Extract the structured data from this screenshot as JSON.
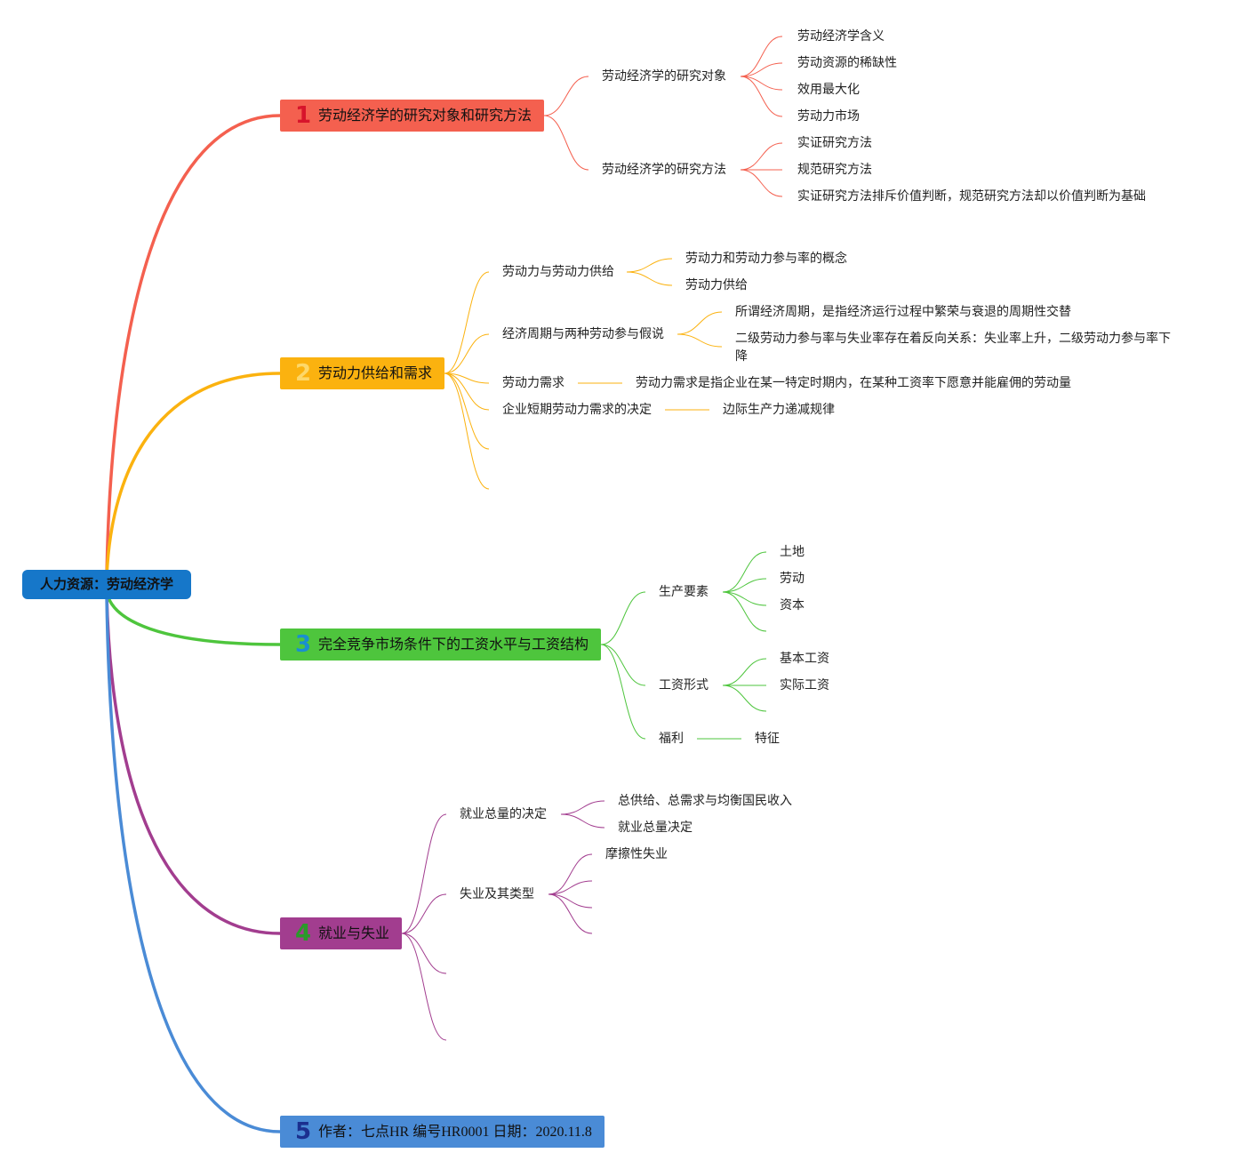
{
  "root": {
    "label": "人力资源：劳动经济学",
    "color": "#1677c9"
  },
  "branches": [
    {
      "number": "1",
      "label": "劳动经济学的研究对象和研究方法",
      "color": "#f4604f",
      "number_color": "#d7142b",
      "children": [
        {
          "label": "劳动经济学的研究对象",
          "children": [
            "劳动经济学含义",
            "劳动资源的稀缺性",
            "效用最大化",
            "劳动力市场"
          ]
        },
        {
          "label": "劳动经济学的研究方法",
          "children": [
            "实证研究方法",
            "规范研究方法",
            "实证研究方法排斥价值判断，规范研究方法却以价值判断为基础"
          ]
        }
      ]
    },
    {
      "number": "2",
      "label": "劳动力供给和需求",
      "color": "#fbb20f",
      "number_color": "#fdd86a",
      "children": [
        {
          "label": "劳动力与劳动力供给",
          "children": [
            "劳动力和劳动力参与率的概念",
            "劳动力供给"
          ]
        },
        {
          "label": "经济周期与两种劳动参与假说",
          "children": [
            "所谓经济周期，是指经济运行过程中繁荣与衰退的周期性交替",
            "二级劳动力参与率与失业率存在着反向关系：失业率上升，二级劳动力参与率下降"
          ]
        },
        {
          "label": "劳动力需求",
          "children": [
            "劳动力需求是指企业在某一特定时期内，在某种工资率下愿意并能雇佣的劳动量"
          ]
        },
        {
          "label": "企业短期劳动力需求的决定",
          "children": [
            "边际生产力递减规律"
          ]
        },
        {
          "label": "",
          "children": []
        },
        {
          "label": "",
          "children": []
        }
      ]
    },
    {
      "number": "3",
      "label": "完全竞争市场条件下的工资水平与工资结构",
      "color": "#4ec53d",
      "number_color": "#1a8fd0",
      "children": [
        {
          "label": "生产要素",
          "children": [
            "土地",
            "劳动",
            "资本",
            ""
          ]
        },
        {
          "label": "工资形式",
          "children": [
            "基本工资",
            "实际工资",
            ""
          ]
        },
        {
          "label": "福利",
          "children": [
            "特征"
          ]
        }
      ]
    },
    {
      "number": "4",
      "label": "就业与失业",
      "color": "#a23d8f",
      "number_color": "#2a9a2a",
      "children": [
        {
          "label": "就业总量的决定",
          "children": [
            "总供给、总需求与均衡国民收入",
            "就业总量决定"
          ]
        },
        {
          "label": "失业及其类型",
          "children": [
            "摩擦性失业",
            "",
            "",
            ""
          ]
        },
        {
          "label": "",
          "children": []
        },
        {
          "label": "",
          "children": []
        }
      ]
    },
    {
      "number": "5",
      "label": "作者：七点HR 编号HR0001 日期：2020.11.8",
      "color": "#4a8bd6",
      "number_color": "#1b2f8f",
      "children": []
    }
  ]
}
